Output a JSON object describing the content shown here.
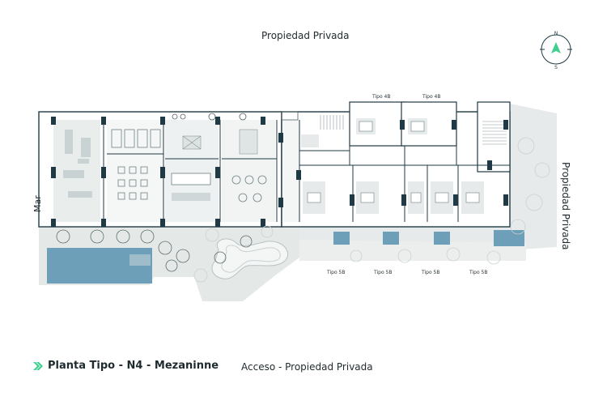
{
  "plan": {
    "title": "Planta Tipo - N4 - Mezaninne",
    "top_label": "Propiedad Privada",
    "right_label": "Propiedad Privada",
    "left_label": "Mar",
    "bottom_label": "Acceso - Propiedad Privada",
    "type_labels_top": [
      "Tipo 4B",
      "Tipo 4B"
    ],
    "type_labels_bottom": [
      "Tipo 5B",
      "Tipo 5B",
      "Tipo 5B",
      "Tipo 5B"
    ]
  },
  "compass": {
    "north": "N",
    "south": "S"
  },
  "colors": {
    "accent": "#3fcf8e",
    "wall": "#1f3a44",
    "ground": "#dfe4e3",
    "pool": "#6d9fb8",
    "landscape": "#e9ecec"
  }
}
